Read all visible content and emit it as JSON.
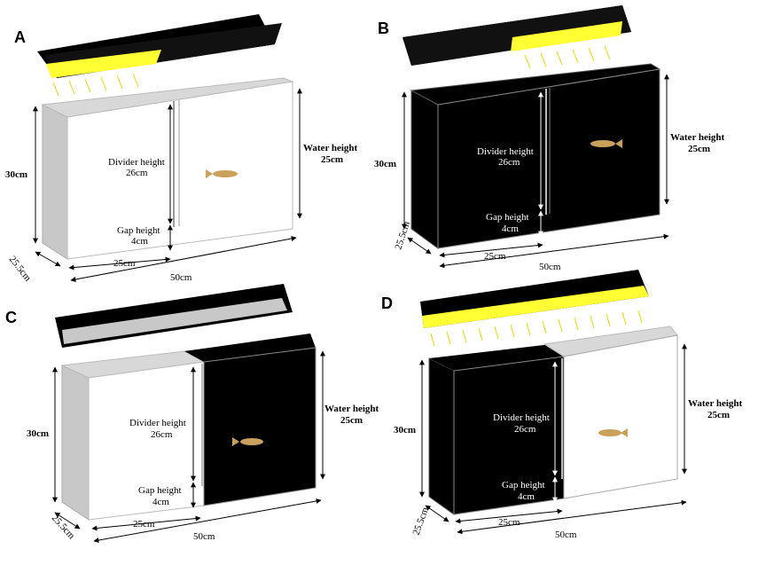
{
  "panels": [
    {
      "letter": "A",
      "labels": {
        "divider_title": "Divider height",
        "divider_value": "26cm",
        "gap_title": "Gap height",
        "gap_value": "4cm",
        "height": "30cm",
        "depth": "25.5cm",
        "half_width": "25cm",
        "width": "50cm",
        "water_title": "Water height",
        "water_value": "25cm"
      }
    },
    {
      "letter": "B",
      "labels": {
        "divider_title": "Divider height",
        "divider_value": "26cm",
        "gap_title": "Gap height",
        "gap_value": "4cm",
        "height": "30cm",
        "depth": "25.5cm",
        "half_width": "25cm",
        "width": "50cm",
        "water_title": "Water height",
        "water_value": "25cm"
      }
    },
    {
      "letter": "C",
      "labels": {
        "divider_title": "Divider height",
        "divider_value": "26cm",
        "gap_title": "Gap height",
        "gap_value": "4cm",
        "height": "30cm",
        "depth": "25.5cm",
        "half_width": "25cm",
        "width": "50cm",
        "water_title": "Water height",
        "water_value": "25cm"
      }
    },
    {
      "letter": "D",
      "labels": {
        "divider_title": "Divider height",
        "divider_value": "26cm",
        "gap_title": "Gap height",
        "gap_value": "4cm",
        "height": "30cm",
        "depth": "25.5cm",
        "half_width": "25cm",
        "width": "50cm",
        "water_title": "Water height",
        "water_value": "25cm"
      }
    }
  ],
  "colors": {
    "light_bar": "#ffff33",
    "lamp_housing": "#000000",
    "dark_tank": "#000000",
    "light_tank_front": "#ffffff",
    "light_tank_side": "#c8c8c8",
    "fish": "#c9a15a",
    "arrow": "#000000"
  }
}
